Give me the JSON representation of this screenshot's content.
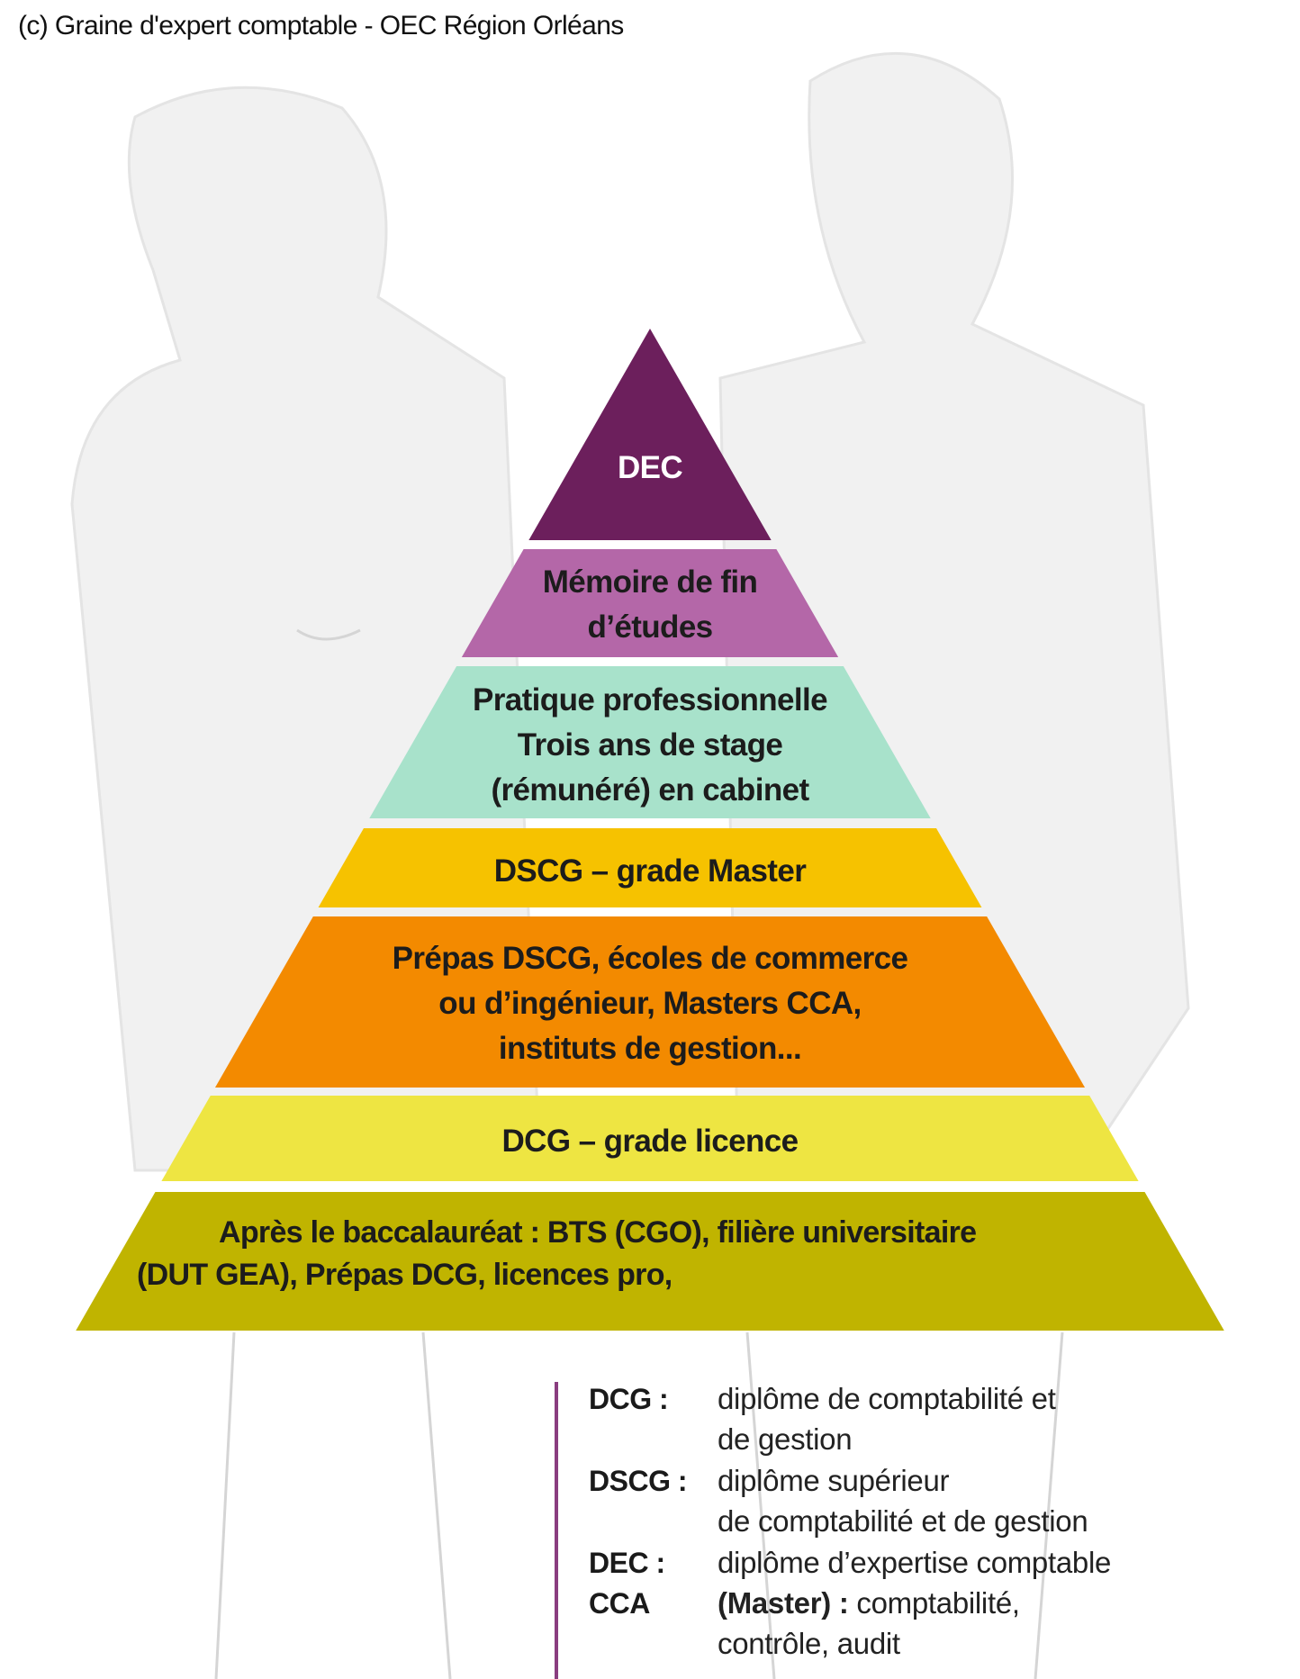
{
  "caption": "(c) Graine d'expert comptable - OEC Région Orléans",
  "pyramid": {
    "levels": [
      {
        "name": "dec",
        "lines": [
          "DEC"
        ],
        "color": "#6c1f5c"
      },
      {
        "name": "memoire",
        "lines": [
          "Mémoire de fin",
          "d’études"
        ],
        "color": "#b467a8"
      },
      {
        "name": "pratique",
        "lines": [
          "Pratique professionnelle",
          "Trois ans de stage",
          "(rémunéré) en cabinet"
        ],
        "color": "#a8e2cb"
      },
      {
        "name": "dscg",
        "lines": [
          "DSCG – grade Master"
        ],
        "color": "#f6c200"
      },
      {
        "name": "prepas",
        "lines": [
          "Prépas DSCG, écoles de commerce",
          "ou d’ingénieur, Masters CCA,",
          "instituts de gestion..."
        ],
        "color": "#f38a00"
      },
      {
        "name": "dcg",
        "lines": [
          "DCG – grade licence"
        ],
        "color": "#eee542"
      },
      {
        "name": "apres-bac",
        "lines": [
          "Après le baccalauréat : BTS (CGO), filière universitaire",
          "(DUT GEA), Prépas DCG, licences pro,"
        ],
        "color": "#c0b400"
      }
    ]
  },
  "legend": {
    "accent": "#8a3d7f",
    "entries": [
      {
        "term": "DCG :",
        "lines": [
          "diplôme de comptabilité et",
          "de gestion"
        ]
      },
      {
        "term": "DSCG :",
        "lines": [
          "diplôme supérieur",
          "de comptabilité et de gestion"
        ]
      },
      {
        "term": "DEC :",
        "lines": [
          "diplôme d’expertise comptable"
        ]
      },
      {
        "term": "CCA",
        "bold_prefix": "(Master) :",
        "lines": [
          " comptabilité,",
          "contrôle, audit"
        ]
      }
    ]
  }
}
